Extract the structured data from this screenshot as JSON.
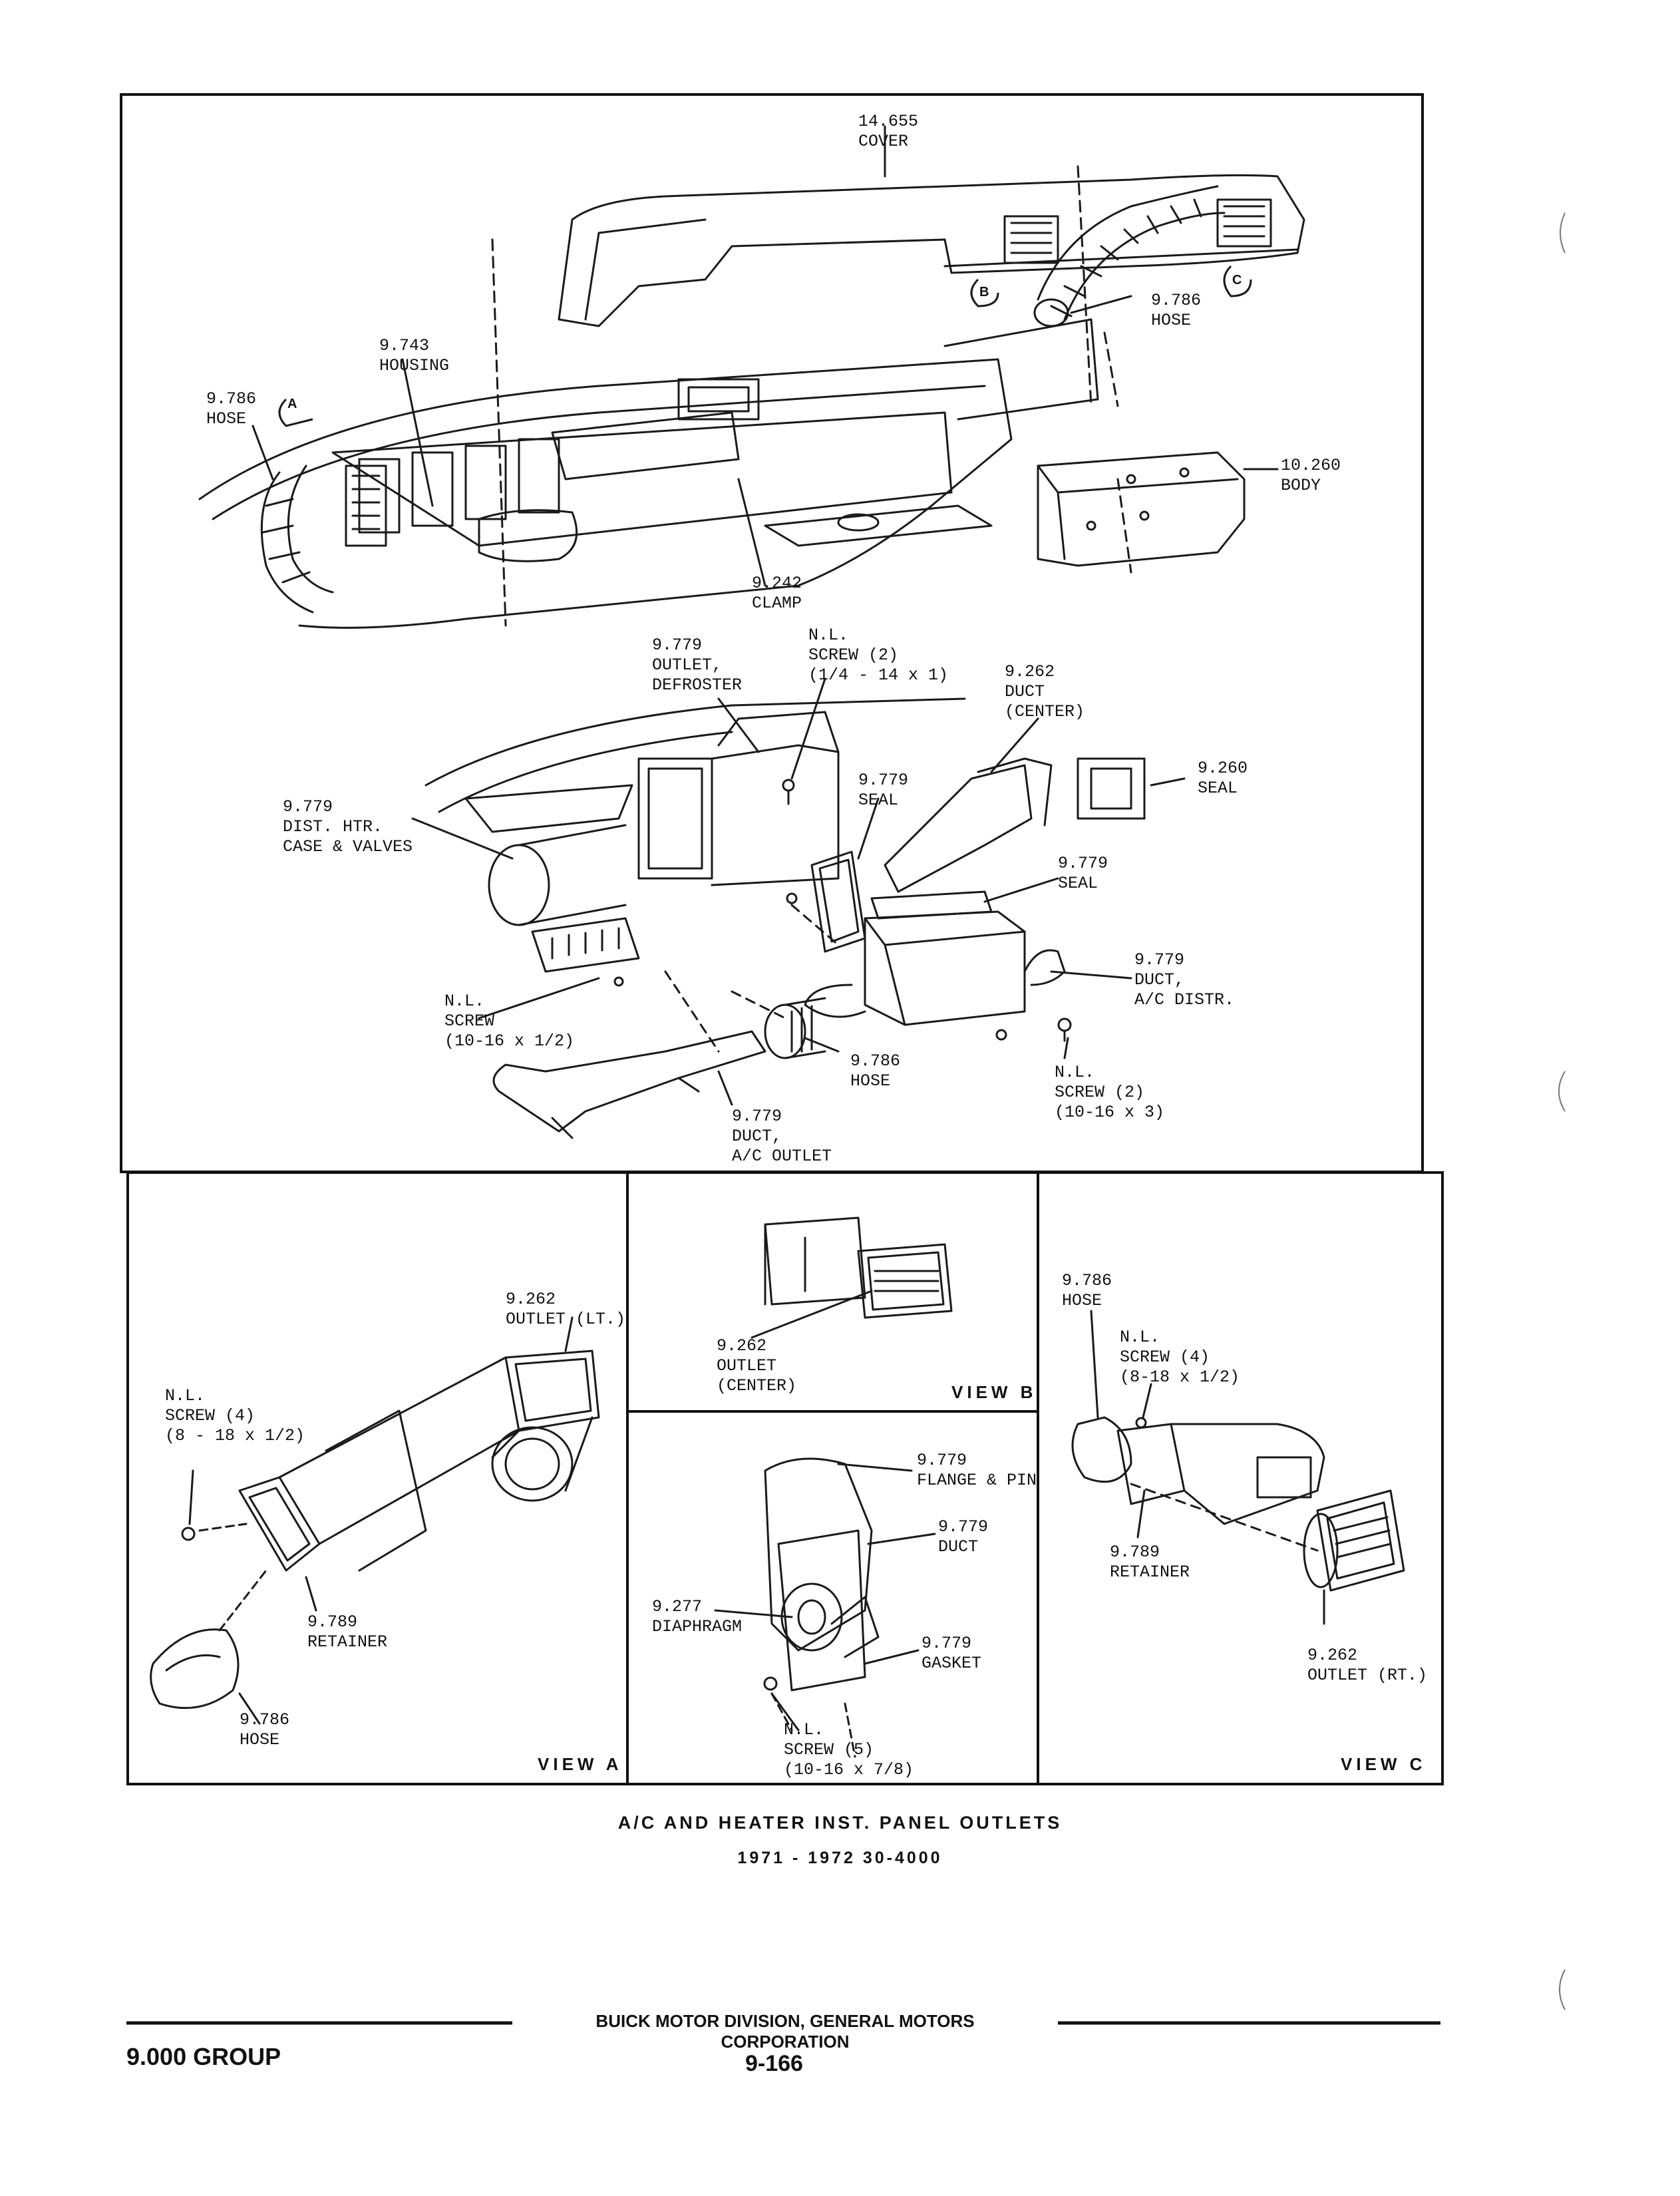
{
  "labels": {
    "cover": [
      "14.655",
      "COVER"
    ],
    "hose_top_right": [
      "9.786",
      "HOSE"
    ],
    "housing": [
      "9.743",
      "HOUSING"
    ],
    "hose_left": [
      "9.786",
      "HOSE"
    ],
    "body": [
      "10.260",
      "BODY"
    ],
    "clamp": [
      "9.242",
      "CLAMP"
    ],
    "outlet_defroster": [
      "9.779",
      "OUTLET,",
      "DEFROSTER"
    ],
    "screw_nl_top": [
      "N.L.",
      "SCREW (2)",
      "(1/4 - 14 x 1)"
    ],
    "duct_center": [
      "9.262",
      "DUCT",
      "(CENTER)"
    ],
    "seal_top": [
      "9.260",
      "SEAL"
    ],
    "seal_mid_left": [
      "9.779",
      "SEAL"
    ],
    "dist_htr": [
      "9.779",
      "DIST. HTR.",
      "CASE & VALVES"
    ],
    "seal_mid_right": [
      "9.779",
      "SEAL"
    ],
    "duct_ac_distr": [
      "9.779",
      "DUCT,",
      "A/C DISTR."
    ],
    "screw_nl_left": [
      "N.L.",
      "SCREW",
      "(10-16 x 1/2)"
    ],
    "hose_mid": [
      "9.786",
      "HOSE"
    ],
    "screw_nl_right": [
      "N.L.",
      "SCREW (2)",
      "(10-16 x 3)"
    ],
    "duct_ac_outlet": [
      "9.779",
      "DUCT,",
      "A/C OUTLET"
    ],
    "a_outlet_lt": [
      "9.262",
      "OUTLET (LT.)"
    ],
    "a_screw": [
      "N.L.",
      "SCREW (4)",
      "(8 - 18 x 1/2)"
    ],
    "a_retainer": [
      "9.789",
      "RETAINER"
    ],
    "a_hose": [
      "9.786",
      "HOSE"
    ],
    "b_outlet_center": [
      "9.262",
      "OUTLET",
      "(CENTER)"
    ],
    "d_flange": [
      "9.779",
      "FLANGE & PIN"
    ],
    "d_duct": [
      "9.779",
      "DUCT"
    ],
    "d_diaphragm": [
      "9.277",
      "DIAPHRAGM"
    ],
    "d_gasket": [
      "9.779",
      "GASKET"
    ],
    "d_screw": [
      "N.L.",
      "SCREW (5)",
      "(10-16 x 7/8)"
    ],
    "c_hose": [
      "9.786",
      "HOSE"
    ],
    "c_screw": [
      "N.L.",
      "SCREW (4)",
      "(8-18 x 1/2)"
    ],
    "c_retainer": [
      "9.789",
      "RETAINER"
    ],
    "c_outlet_rt": [
      "9.262",
      "OUTLET (RT.)"
    ]
  },
  "callout_letters": {
    "a": "A",
    "b": "B",
    "c": "C"
  },
  "views": {
    "a": "VIEW A",
    "b": "VIEW B",
    "c": "VIEW C"
  },
  "caption": {
    "title": "A/C AND HEATER INST. PANEL OUTLETS",
    "subtitle": "1971 - 1972 30-4000"
  },
  "footer": {
    "corporation": "BUICK MOTOR DIVISION, GENERAL MOTORS CORPORATION",
    "group": "9.000 GROUP",
    "page": "9-166"
  }
}
